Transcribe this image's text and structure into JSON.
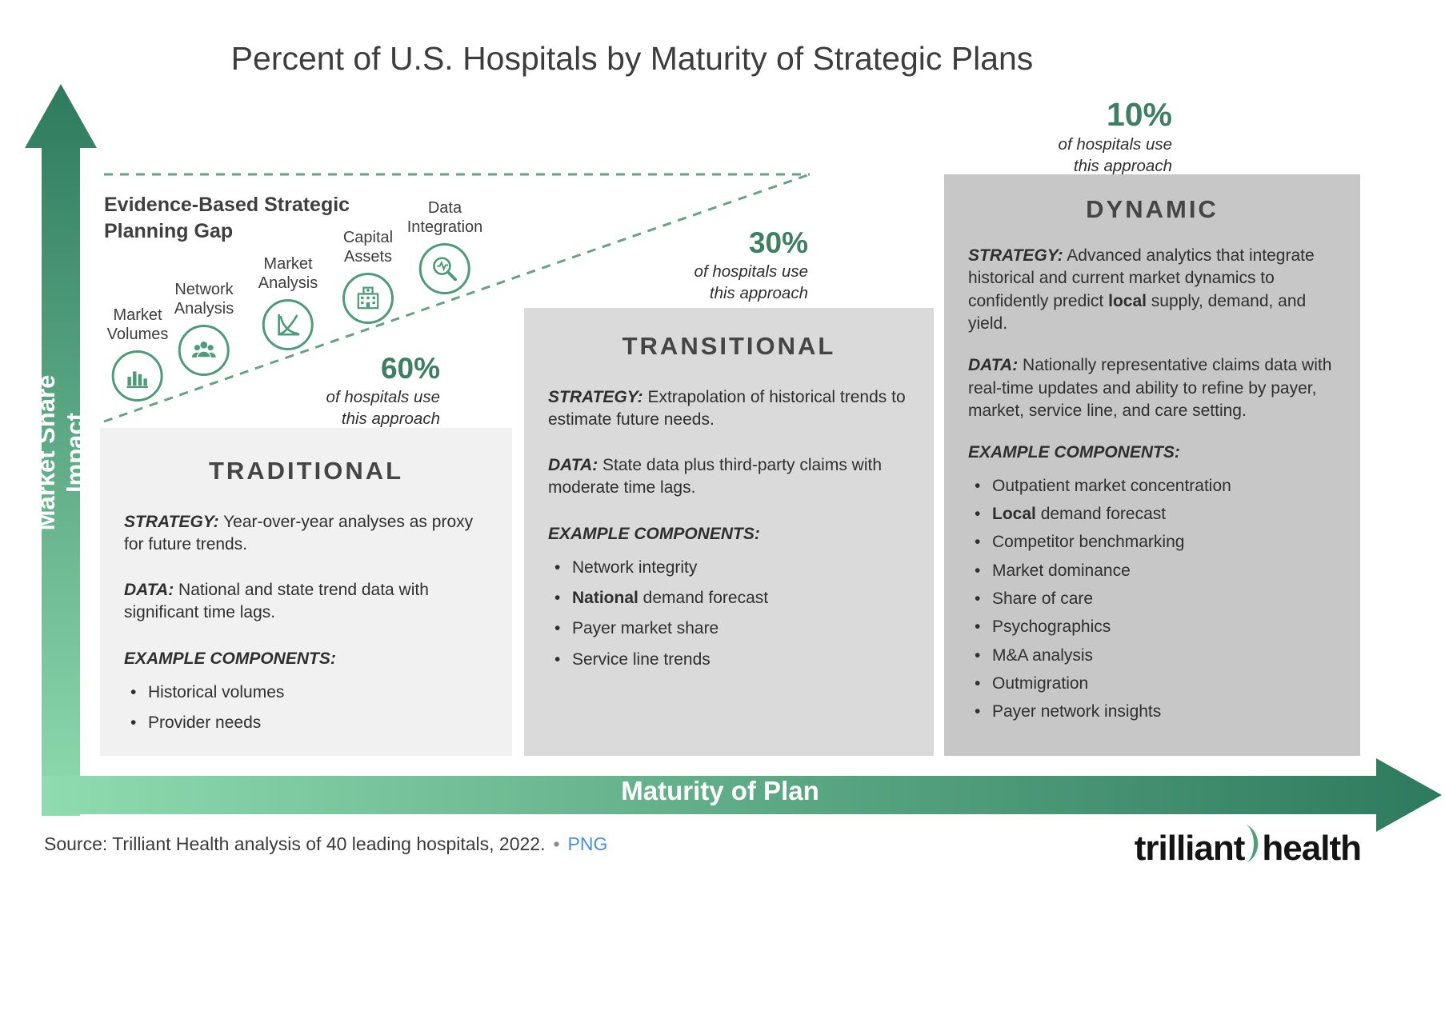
{
  "title": "Percent of U.S. Hospitals by Maturity of Strategic Plans",
  "axes": {
    "y_label": "Market Share Impact",
    "x_label": "Maturity of Plan"
  },
  "gap_label": "Evidence-Based Strategic\nPlanning Gap",
  "milestones": [
    {
      "label": "Market\nVolumes",
      "icon": "bar-chart-icon"
    },
    {
      "label": "Network\nAnalysis",
      "icon": "people-icon"
    },
    {
      "label": "Market\nAnalysis",
      "icon": "curves-icon"
    },
    {
      "label": "Capital\nAssets",
      "icon": "hospital-icon"
    },
    {
      "label": "Data\nIntegration",
      "icon": "magnifier-pulse-icon"
    }
  ],
  "callouts": [
    {
      "value": "60%",
      "caption": "of hospitals use\nthis approach"
    },
    {
      "value": "30%",
      "caption": "of hospitals use\nthis approach"
    },
    {
      "value": "10%",
      "caption": "of hospitals use\nthis approach"
    }
  ],
  "panels": [
    {
      "title": "TRADITIONAL",
      "strategy_label": "STRATEGY:",
      "strategy_text": " Year-over-year analyses as proxy for future trends.",
      "data_label": "DATA:",
      "data_text": " National and state trend data with significant time lags.",
      "components_label": "EXAMPLE COMPONENTS:",
      "components": [
        "Historical volumes",
        "Provider needs"
      ]
    },
    {
      "title": "TRANSITIONAL",
      "strategy_label": "STRATEGY:",
      "strategy_text": " Extrapolation of historical trends to estimate future needs.",
      "data_label": "DATA:",
      "data_text": " State data plus third-party claims with moderate time lags.",
      "components_label": "EXAMPLE COMPONENTS:",
      "components": [
        "Network integrity",
        {
          "bold": "National",
          "text": " demand forecast"
        },
        "Payer market share",
        "Service line trends"
      ]
    },
    {
      "title": "DYNAMIC",
      "strategy_label": "STRATEGY:",
      "strategy_pre": " Advanced analytics that integrate historical and current market dynamics to confidently predict ",
      "strategy_bold": "local",
      "strategy_post": " supply, demand, and yield.",
      "data_label": "DATA:",
      "data_text": " Nationally representative claims data with real-time updates and ability to refine by payer, market, service line, and care setting.",
      "components_label": "EXAMPLE COMPONENTS:",
      "components": [
        "Outpatient market concentration",
        {
          "bold": "Local",
          "text": " demand forecast"
        },
        "Competitor benchmarking",
        "Market dominance",
        "Share of care",
        "Psychographics",
        "M&A analysis",
        "Outmigration",
        "Payer network insights"
      ]
    }
  ],
  "footer": {
    "source": "Source: Trilliant Health analysis of 40 leading hospitals, 2022.",
    "separator": "•",
    "format_link": "PNG",
    "logo_word1": "trilliant",
    "logo_word2": "health"
  },
  "colors": {
    "accent_green": "#4e9b7a",
    "percent_green": "#3e7e61",
    "arrow_gradient_dark": "#2e7a5e",
    "arrow_gradient_light": "#8fdcb0",
    "panel_traditional": "#f1f1f1",
    "panel_transitional": "#dadada",
    "panel_dynamic": "#c7c7c7",
    "link_blue": "#4a90e2"
  }
}
